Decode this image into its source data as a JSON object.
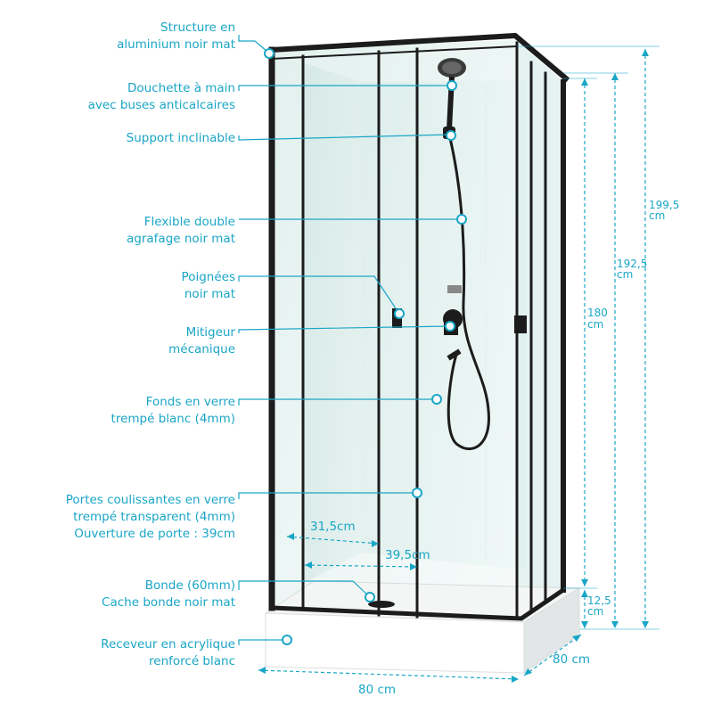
{
  "callouts": [
    {
      "line1": "Structure en",
      "line2": "aluminium noir mat"
    },
    {
      "line1": "Douchette à main",
      "line2": "avec buses anticalcaires"
    },
    {
      "line1": "Support inclinable",
      "line2": ""
    },
    {
      "line1": "Flexible double",
      "line2": "agrafage noir mat"
    },
    {
      "line1": "Poignées",
      "line2": "noir mat"
    },
    {
      "line1": "Mitigeur",
      "line2": "mécanique"
    },
    {
      "line1": "Fonds en verre",
      "line2": "trempé blanc (4mm)"
    },
    {
      "line1": "Portes coulissantes en verre",
      "line2": "trempé transparent (4mm)",
      "line3": "Ouverture de porte : 39cm"
    },
    {
      "line1": "Bonde (60mm)",
      "line2": "Cache bonde noir mat"
    },
    {
      "line1": "Receveur en acrylique",
      "line2": "renforcé blanc"
    }
  ],
  "dimensions": {
    "total_height": "199,5",
    "total_height_unit": "cm",
    "height_with_tray": "192,5",
    "height_with_tray_unit": "cm",
    "glass_height": "180",
    "glass_height_unit": "cm",
    "tray_height": "12,5",
    "tray_height_unit": "cm",
    "depth": "80 cm",
    "width": "80 cm",
    "door_inner": "31,5cm",
    "door_outer": "39,5cm"
  },
  "colors": {
    "accent": "#1aa6c6",
    "frame": "#1c1c1c",
    "glass": "#e4f1ef",
    "tray": "#ffffff"
  }
}
